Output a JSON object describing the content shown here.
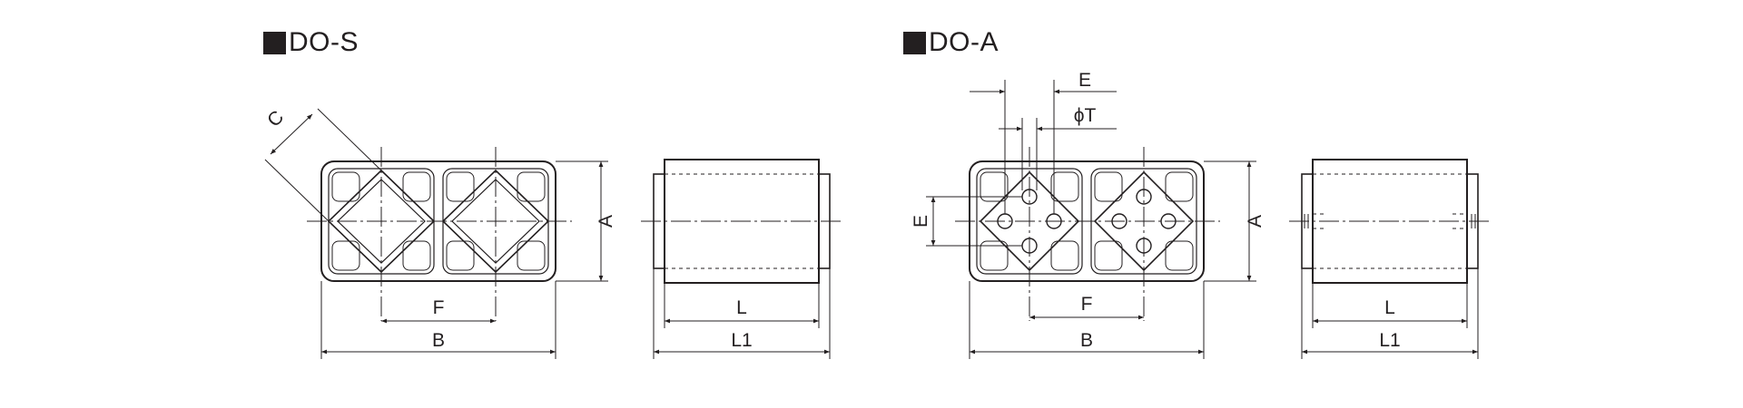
{
  "section_a": {
    "title": "DO-S",
    "labels": {
      "C": "C",
      "A": "A",
      "F": "F",
      "B": "B",
      "L": "L",
      "L1": "L1"
    }
  },
  "section_b": {
    "title": "DO-A",
    "labels": {
      "E_top": "E",
      "T": "ϕT",
      "E_side": "E",
      "A": "A",
      "F": "F",
      "B": "B",
      "L": "L",
      "L1": "L1"
    }
  },
  "colors": {
    "line": "#231f20",
    "background": "#ffffff"
  }
}
